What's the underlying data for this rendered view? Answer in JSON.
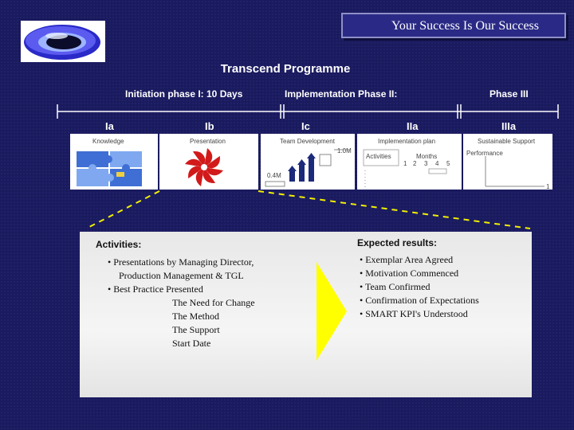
{
  "banner": {
    "text": "Your Success Is Our Success"
  },
  "programme_title": "Transcend Programme",
  "phases": {
    "phase1": "Initiation phase I: 10 Days",
    "phase2": "Implementation Phase II:",
    "phase3": "Phase III"
  },
  "subphases": [
    "Ia",
    "Ib",
    "Ic",
    "IIa",
    "IIIa"
  ],
  "panels": {
    "knowledge": "Knowledge",
    "presentation": "Presentation",
    "team_development": "Team Development",
    "value_high": "1.0M",
    "value_low": "0.4M",
    "implementation_plan": "Implementation plan",
    "activities_label": "Activities",
    "months_label": "Months",
    "months": [
      "1",
      "2",
      "3",
      "4",
      "5"
    ],
    "sustainable_support": "Sustainable Support",
    "performance": "Performance",
    "corner_mark": "1"
  },
  "bottom": {
    "activities_title": "Activities:",
    "activities": [
      "• Presentations by Managing Director,",
      "Production Management & TGL",
      "• Best Practice Presented",
      "The Need for Change",
      "The Method",
      "The Support",
      "Start Date"
    ],
    "results_title": "Expected results:",
    "results": [
      "• Exemplar Area Agreed",
      "• Motivation Commenced",
      "• Team Confirmed",
      "• Confirmation of Expectations",
      "• SMART KPI's Understood"
    ]
  },
  "colors": {
    "background": "#1a1a5e",
    "arrow": "#ffff00",
    "puzzle": "#3f6fd4",
    "pinwheel": "#d21a1a"
  }
}
